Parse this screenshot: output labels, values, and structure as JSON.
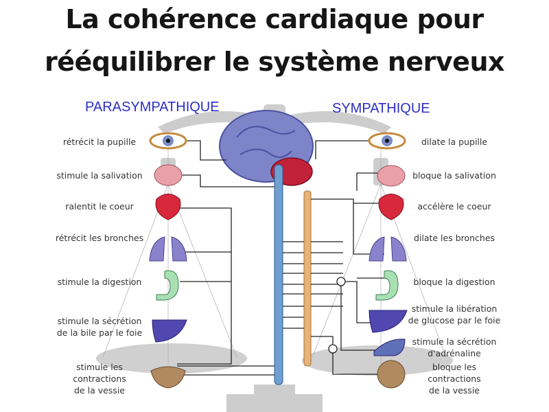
{
  "title": {
    "line1": "La cohérence cardiaque pour",
    "line2": "rééquilibrer le système nerveux"
  },
  "parasympathique": {
    "heading": "PARASYMPATHIQUE",
    "effects": [
      [
        "rétrécit la pupille"
      ],
      [
        "stimule la salivation"
      ],
      [
        "ralentit le coeur"
      ],
      [
        "rétrécit les bronches"
      ],
      [
        "stimule la digestion"
      ],
      [
        "stimule la sécrétion",
        "de la bile par le foie"
      ],
      [
        "stimule les",
        "contractions",
        "de la vessie"
      ]
    ]
  },
  "sympathique": {
    "heading": "SYMPATHIQUE",
    "effects": [
      [
        "dilate la pupille"
      ],
      [
        "bloque la salivation"
      ],
      [
        "accélère le coeur"
      ],
      [
        "dilate les bronches"
      ],
      [
        "bloque la digestion"
      ],
      [
        "stimule la libération",
        "de glucose par le foie"
      ],
      [
        "stimule la sécrétion",
        "d'adrénaline"
      ],
      [
        "bloque les",
        "contractions",
        "de la vessie"
      ]
    ]
  },
  "colors": {
    "heading": "#2b2fc4",
    "spine": "#6f9ed0",
    "chain": "#e6b37a",
    "scale": "#c8c8c8"
  }
}
